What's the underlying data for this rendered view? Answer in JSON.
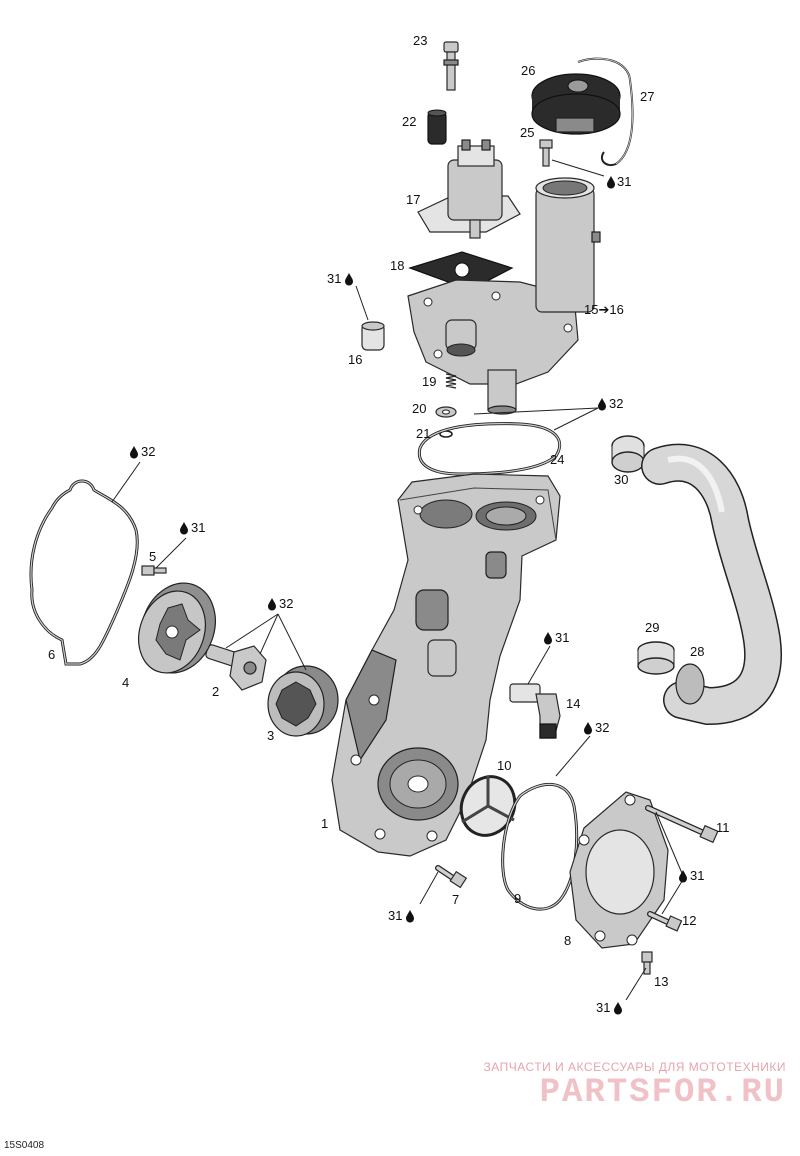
{
  "callouts": [
    {
      "id": "1",
      "text": "1"
    },
    {
      "id": "2",
      "text": "2"
    },
    {
      "id": "3",
      "text": "3"
    },
    {
      "id": "4",
      "text": "4"
    },
    {
      "id": "5",
      "text": "5"
    },
    {
      "id": "6",
      "text": "6"
    },
    {
      "id": "7",
      "text": "7"
    },
    {
      "id": "8",
      "text": "8"
    },
    {
      "id": "9",
      "text": "9"
    },
    {
      "id": "10",
      "text": "10"
    },
    {
      "id": "11",
      "text": "11"
    },
    {
      "id": "12",
      "text": "12"
    },
    {
      "id": "13",
      "text": "13"
    },
    {
      "id": "14",
      "text": "14"
    },
    {
      "id": "15-16",
      "text": "15➔16"
    },
    {
      "id": "16",
      "text": "16"
    },
    {
      "id": "17",
      "text": "17"
    },
    {
      "id": "18",
      "text": "18"
    },
    {
      "id": "19",
      "text": "19"
    },
    {
      "id": "20",
      "text": "20"
    },
    {
      "id": "21",
      "text": "21"
    },
    {
      "id": "22",
      "text": "22"
    },
    {
      "id": "23",
      "text": "23"
    },
    {
      "id": "24",
      "text": "24"
    },
    {
      "id": "25",
      "text": "25"
    },
    {
      "id": "26",
      "text": "26"
    },
    {
      "id": "27",
      "text": "27"
    },
    {
      "id": "28",
      "text": "28"
    },
    {
      "id": "29",
      "text": "29"
    },
    {
      "id": "30",
      "text": "30"
    }
  ],
  "lubricant_refs": [
    {
      "id": "a",
      "text": "31"
    },
    {
      "id": "b",
      "text": "31"
    },
    {
      "id": "c",
      "text": "32"
    },
    {
      "id": "d",
      "text": "32"
    },
    {
      "id": "e",
      "text": "31"
    },
    {
      "id": "f",
      "text": "32"
    },
    {
      "id": "g",
      "text": "31"
    },
    {
      "id": "h",
      "text": "32"
    },
    {
      "id": "i",
      "text": "31"
    },
    {
      "id": "j",
      "text": "31"
    },
    {
      "id": "k",
      "text": "31"
    }
  ],
  "watermark": {
    "subtitle": "ЗАПЧАСТИ И АКСЕССУАРЫ ДЛЯ МОТОТЕХНИКИ",
    "brand": "PARTSFOR.RU"
  },
  "reference_code": "15S0408",
  "colors": {
    "watermark": "#f0c2c8",
    "line": "#222222",
    "part": "#c9c9c9"
  }
}
